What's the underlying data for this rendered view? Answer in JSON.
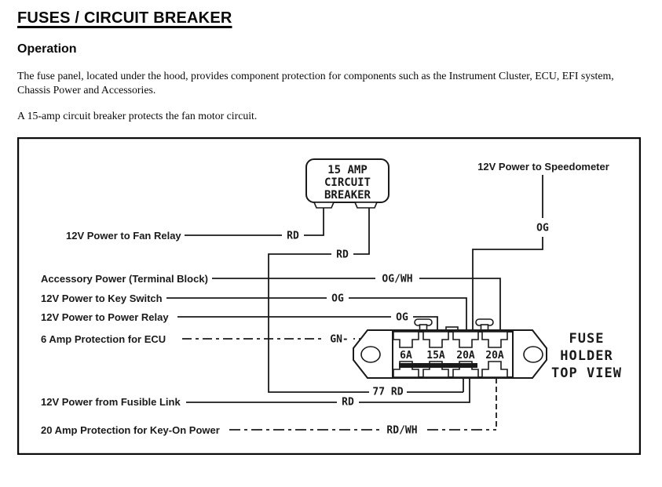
{
  "page": {
    "title": "FUSES / CIRCUIT BREAKER",
    "section_heading": "Operation",
    "paragraph1": "The fuse panel, located under the hood, provides component protection for components such as the Instrument Cluster, ECU, EFI system, Chassis Power and Accessories.",
    "paragraph2": "A 15-amp circuit breaker protects the fan motor circuit."
  },
  "diagram": {
    "breaker": {
      "line1": "15 AMP",
      "line2": "CIRCUIT",
      "line3": "BREAKER"
    },
    "labels": {
      "speedometer": "12V Power to Speedometer",
      "fan_relay": "12V Power to Fan Relay",
      "accessory": "Accessory Power (Terminal Block)",
      "key_switch": "12V Power to Key Switch",
      "power_relay": "12V Power to Power Relay",
      "ecu": "6 Amp Protection for ECU",
      "fusible_link": "12V Power from Fusible Link",
      "key_on": "20 Amp Protection for Key-On Power"
    },
    "wire_labels": {
      "rd_fan": "RD",
      "rd_breaker": "RD",
      "og_speedo": "OG",
      "og_wh": "OG/WH",
      "og_key": "OG",
      "og_relay": "OG",
      "gn": "GN-",
      "rd_77": "77 RD",
      "rd_fusible": "RD",
      "rd_wh": "RD/WH"
    },
    "fuse_holder": {
      "fuses": [
        "6A",
        "15A",
        "20A",
        "20A"
      ],
      "caption_line1": "FUSE",
      "caption_line2": "HOLDER",
      "caption_line3": "TOP VIEW"
    },
    "colors": {
      "ink": "#1a1a1a",
      "paper": "#ffffff"
    }
  }
}
